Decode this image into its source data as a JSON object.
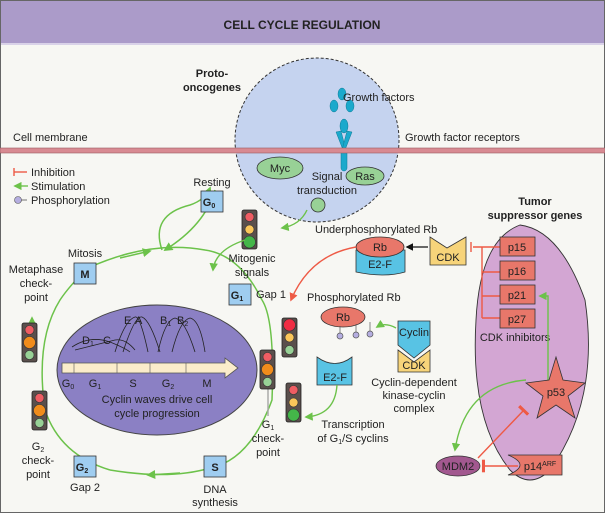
{
  "title": "CELL CYCLE REGULATION",
  "colors": {
    "header_bg": "#ab9bc9",
    "background": "#f7f7f3",
    "membrane": "#d88a92",
    "proto_circle": "#c5d3ef",
    "growth_factor": "#1ba9cc",
    "green_element": "#98d196",
    "phase_box": "#9fcdf0",
    "cyclin_oval": "#8b80c4",
    "tumor_oval": "#d3a6d3",
    "red_box": "#e8776a",
    "cdk": "#f7d47a",
    "e2f": "#58c3e4",
    "mdm2": "#a2588f",
    "stimulation": "#6cc24a",
    "inhibition": "#ee5a45"
  },
  "legend": {
    "inhibition": "Inhibition",
    "stimulation": "Stimulation",
    "phosphorylation": "Phosphorylation"
  },
  "membrane": {
    "cell_membrane": "Cell membrane",
    "growth_factors": "Growth factors",
    "growth_factor_receptors": "Growth factor receptors"
  },
  "proto_oncogenes": {
    "title_line1": "Proto-",
    "title_line2": "oncogenes",
    "myc": "Myc",
    "ras": "Ras",
    "signal_line1": "Signal",
    "signal_line2": "transduction"
  },
  "cycle": {
    "g0": {
      "label": "G",
      "sub": "0",
      "caption": "Resting"
    },
    "g1": {
      "label": "G",
      "sub": "1",
      "caption": "Gap 1"
    },
    "s": {
      "label": "S",
      "caption_line1": "DNA",
      "caption_line2": "synthesis"
    },
    "g2": {
      "label": "G",
      "sub": "2",
      "caption": "Gap 2"
    },
    "m": {
      "label": "M",
      "caption": "Mitosis"
    },
    "mitogenic_line1": "Mitogenic",
    "mitogenic_line2": "signals",
    "metaphase_line1": "Metaphase",
    "metaphase_line2": "check-",
    "metaphase_line3": "point",
    "g1_check_line1": "G",
    "g1_check_sub": "1",
    "g1_check_line2": "check-",
    "g1_check_line3": "point",
    "g2_check_line1": "G",
    "g2_check_sub": "2",
    "g2_check_line2": "check-",
    "g2_check_line3": "point"
  },
  "cyclin_waves": {
    "caption_line1": "Cyclin waves drive cell",
    "caption_line2": "cycle progression",
    "cyclins": [
      "D1",
      "C",
      "E",
      "A",
      "B1",
      "B2"
    ],
    "phases": [
      "G0",
      "G1",
      "S",
      "G2",
      "M"
    ]
  },
  "rb_pathway": {
    "underphosphorylated": "Underphosphorylated Rb",
    "phosphorylated": "Phosphorylated Rb",
    "rb": "Rb",
    "e2f": "E2-F",
    "cdk": "CDK",
    "cyclin": "Cyclin",
    "complex_line1": "Cyclin-dependent",
    "complex_line2": "kinase-cyclin",
    "complex_line3": "complex",
    "transcription_line1": "Transcription",
    "transcription_line2": "of G1/S cyclins"
  },
  "tumor_suppressors": {
    "title_line1": "Tumor",
    "title_line2": "suppressor genes",
    "inhibitors": [
      "p15",
      "p16",
      "p21",
      "p27"
    ],
    "inhibitors_caption": "CDK inhibitors",
    "p53": "p53",
    "mdm2": "MDM2",
    "p14": "p14",
    "p14_sup": "ARF"
  }
}
